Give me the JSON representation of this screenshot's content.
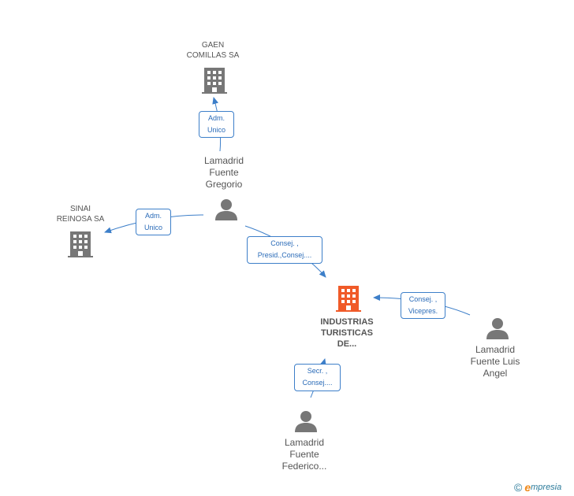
{
  "nodes": {
    "gaen": {
      "line1": "GAEN",
      "line2": "COMILLAS SA"
    },
    "sinai": {
      "line1": "SINAI",
      "line2": "REINOSA SA"
    },
    "industrias": {
      "line1": "INDUSTRIAS",
      "line2": "TURISTICAS",
      "line3": "DE..."
    },
    "gregorio": {
      "line1": "Lamadrid",
      "line2": "Fuente",
      "line3": "Gregorio"
    },
    "luis": {
      "line1": "Lamadrid",
      "line2": "Fuente Luis",
      "line3": "Angel"
    },
    "federico": {
      "line1": "Lamadrid",
      "line2": "Fuente",
      "line3": "Federico..."
    }
  },
  "edges": {
    "gregorio_gaen": {
      "line1": "Adm.",
      "line2": "Unico"
    },
    "gregorio_sinai": {
      "line1": "Adm.",
      "line2": "Unico"
    },
    "gregorio_industrias": {
      "line1": "Consej. ,",
      "line2": "Presid.,Consej...."
    },
    "luis_industrias": {
      "line1": "Consej. ,",
      "line2": "Vicepres."
    },
    "federico_industrias": {
      "line1": "Secr. ,",
      "line2": "Consej...."
    }
  },
  "brand": {
    "copyright": "©",
    "e": "e",
    "rest": "mpresia"
  },
  "colors": {
    "company": "#777777",
    "main_company": "#f05a28",
    "person": "#777777",
    "edge": "#3d7fc9"
  }
}
